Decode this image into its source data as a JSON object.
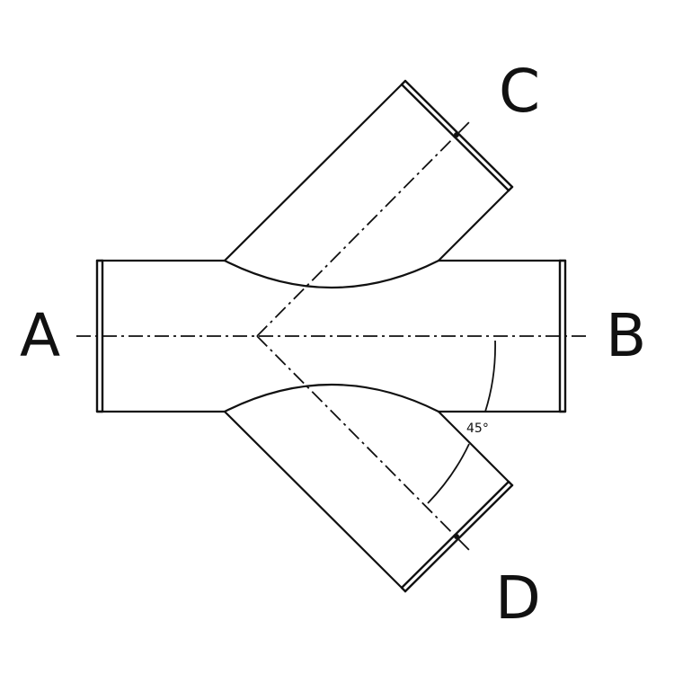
{
  "ports": {
    "a": "A",
    "b": "B",
    "c": "C",
    "d": "D"
  },
  "angle_label": "45°"
}
